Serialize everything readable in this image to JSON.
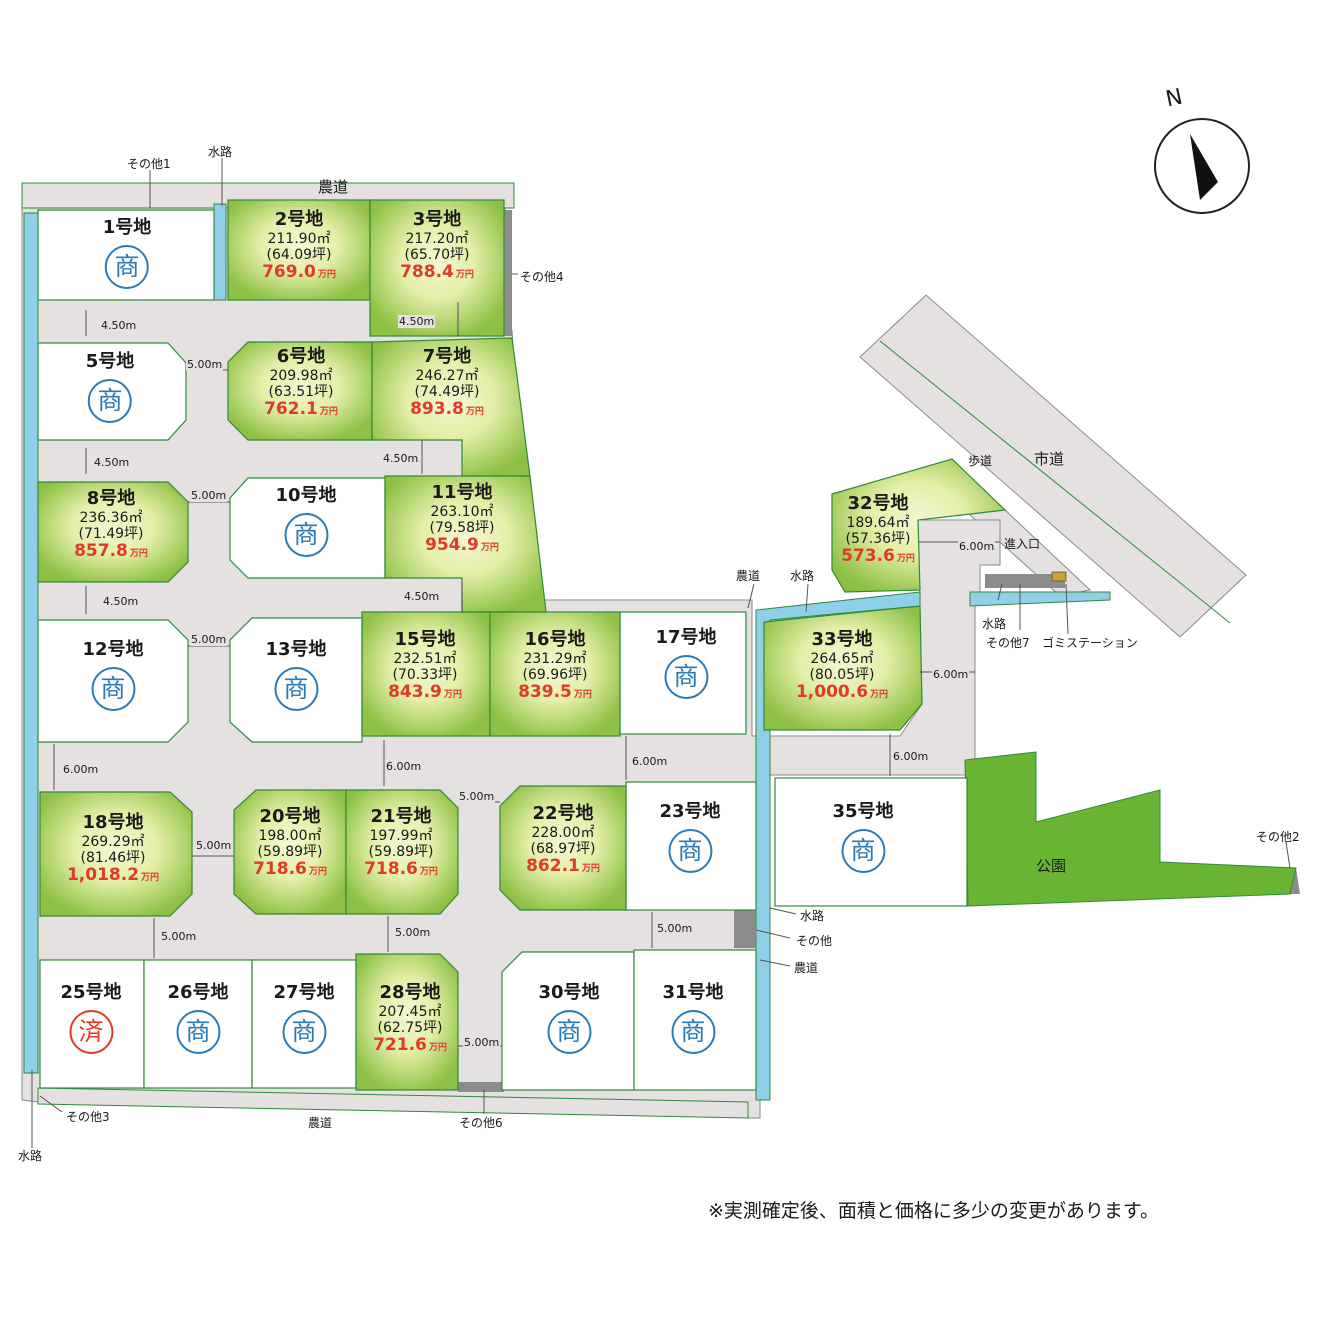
{
  "compass": {
    "label": "N"
  },
  "note": "※実測確定後、面積と価格に多少の変更があります。",
  "unit": "万円",
  "lots": {
    "l1": {
      "num": "1号地",
      "stamp": "商"
    },
    "l2": {
      "num": "2号地",
      "area": "211.90㎡",
      "tsubo": "(64.09坪)",
      "price": "769.0"
    },
    "l3": {
      "num": "3号地",
      "area": "217.20㎡",
      "tsubo": "(65.70坪)",
      "price": "788.4"
    },
    "l5": {
      "num": "5号地",
      "stamp": "商"
    },
    "l6": {
      "num": "6号地",
      "area": "209.98㎡",
      "tsubo": "(63.51坪)",
      "price": "762.1"
    },
    "l7": {
      "num": "7号地",
      "area": "246.27㎡",
      "tsubo": "(74.49坪)",
      "price": "893.8"
    },
    "l8": {
      "num": "8号地",
      "area": "236.36㎡",
      "tsubo": "(71.49坪)",
      "price": "857.8"
    },
    "l10": {
      "num": "10号地",
      "stamp": "商"
    },
    "l11": {
      "num": "11号地",
      "area": "263.10㎡",
      "tsubo": "(79.58坪)",
      "price": "954.9"
    },
    "l12": {
      "num": "12号地",
      "stamp": "商"
    },
    "l13": {
      "num": "13号地",
      "stamp": "商"
    },
    "l15": {
      "num": "15号地",
      "area": "232.51㎡",
      "tsubo": "(70.33坪)",
      "price": "843.9"
    },
    "l16": {
      "num": "16号地",
      "area": "231.29㎡",
      "tsubo": "(69.96坪)",
      "price": "839.5"
    },
    "l17": {
      "num": "17号地",
      "stamp": "商"
    },
    "l18": {
      "num": "18号地",
      "area": "269.29㎡",
      "tsubo": "(81.46坪)",
      "price": "1,018.2"
    },
    "l20": {
      "num": "20号地",
      "area": "198.00㎡",
      "tsubo": "(59.89坪)",
      "price": "718.6"
    },
    "l21": {
      "num": "21号地",
      "area": "197.99㎡",
      "tsubo": "(59.89坪)",
      "price": "718.6"
    },
    "l22": {
      "num": "22号地",
      "area": "228.00㎡",
      "tsubo": "(68.97坪)",
      "price": "862.1"
    },
    "l23": {
      "num": "23号地",
      "stamp": "商"
    },
    "l25": {
      "num": "25号地",
      "stamp": "済"
    },
    "l26": {
      "num": "26号地",
      "stamp": "商"
    },
    "l27": {
      "num": "27号地",
      "stamp": "商"
    },
    "l28": {
      "num": "28号地",
      "area": "207.45㎡",
      "tsubo": "(62.75坪)",
      "price": "721.6"
    },
    "l30": {
      "num": "30号地",
      "stamp": "商"
    },
    "l31": {
      "num": "31号地",
      "stamp": "商"
    },
    "l32": {
      "num": "32号地",
      "area": "189.64㎡",
      "tsubo": "(57.36坪)",
      "price": "573.6"
    },
    "l33": {
      "num": "33号地",
      "area": "264.65㎡",
      "tsubo": "(80.05坪)",
      "price": "1,000.6"
    },
    "l35": {
      "num": "35号地",
      "stamp": "商"
    }
  },
  "labels": {
    "noudou": "農道",
    "suiro": "水路",
    "sonota": "その他",
    "sonota1": "その他1",
    "sonota2": "その他2",
    "sonota3": "その他3",
    "sonota4": "その他4",
    "sonota6": "その他6",
    "sonota7": "その他7",
    "shidou": "市道",
    "hodou": "歩道",
    "shinnyuguchi": "進入口",
    "gomi": "ゴミステーション",
    "kouen": "公園"
  },
  "widths": {
    "w450": "4.50m",
    "w500": "5.00m",
    "w600": "6.00m"
  },
  "colors": {
    "lot_green": "#8dc044",
    "lot_glow": "#f2f6c8",
    "park": "#6ab434",
    "road": "#e4e1e0",
    "water": "#8fd0e8",
    "price": "#e03a2a",
    "stamp": "#2a7ab8",
    "sold": "#e03a2a"
  }
}
